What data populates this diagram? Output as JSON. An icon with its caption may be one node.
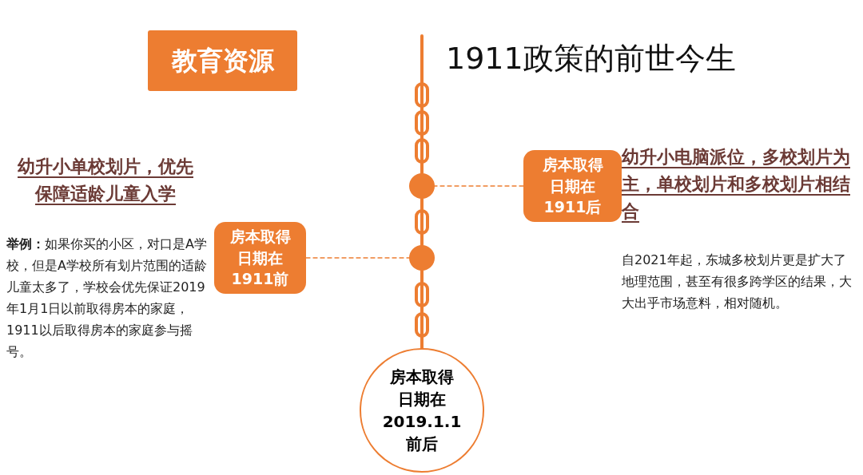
{
  "diagram": {
    "title": "1911政策的前世今生",
    "nodes": [
      {
        "text": [
          "教育资源"
        ]
      },
      {
        "text": [
          "房本取得日期在1911后"
        ]
      },
      {
        "text": [
          "房本取得日期在1911前"
        ]
      },
      {
        "text": [
          "房本取得日期在2019.1.1前后"
        ]
      },
      {
        "text": [],
        "shape": "circle"
      },
      {
        "text": [],
        "shape": "circle"
      }
    ],
    "edges": [
      {
        "from": 1,
        "to": 4,
        "arrow": "none",
        "style": "dashed"
      },
      {
        "from": 2,
        "to": 5,
        "arrow": "none",
        "style": "dashed"
      },
      {
        "from": null,
        "to": 4,
        "arrow": "none"
      },
      {
        "from": 4,
        "to": 5,
        "arrow": "none"
      },
      {
        "from": 5,
        "to": 3,
        "arrow": "none"
      }
    ],
    "labels": [
      "幼升小单校划片，优先保障适龄儿童入学",
      "幼升小电脑派位，多校划片为主，单校划片和多校划片相结合",
      "**举例：**如果你买的小区，对口是A学校，但是A学校所有划片范围的适龄儿童太多了，学校会优先保证2019年1月1日以前取得房本的家庭，1911以后取得房本的家庭参与摇号。",
      "自2021年起，东城多校划片更是扩大了地理范围，甚至有很多跨学区的结果，大大出乎市场意料，相对随机。"
    ]
  }
}
